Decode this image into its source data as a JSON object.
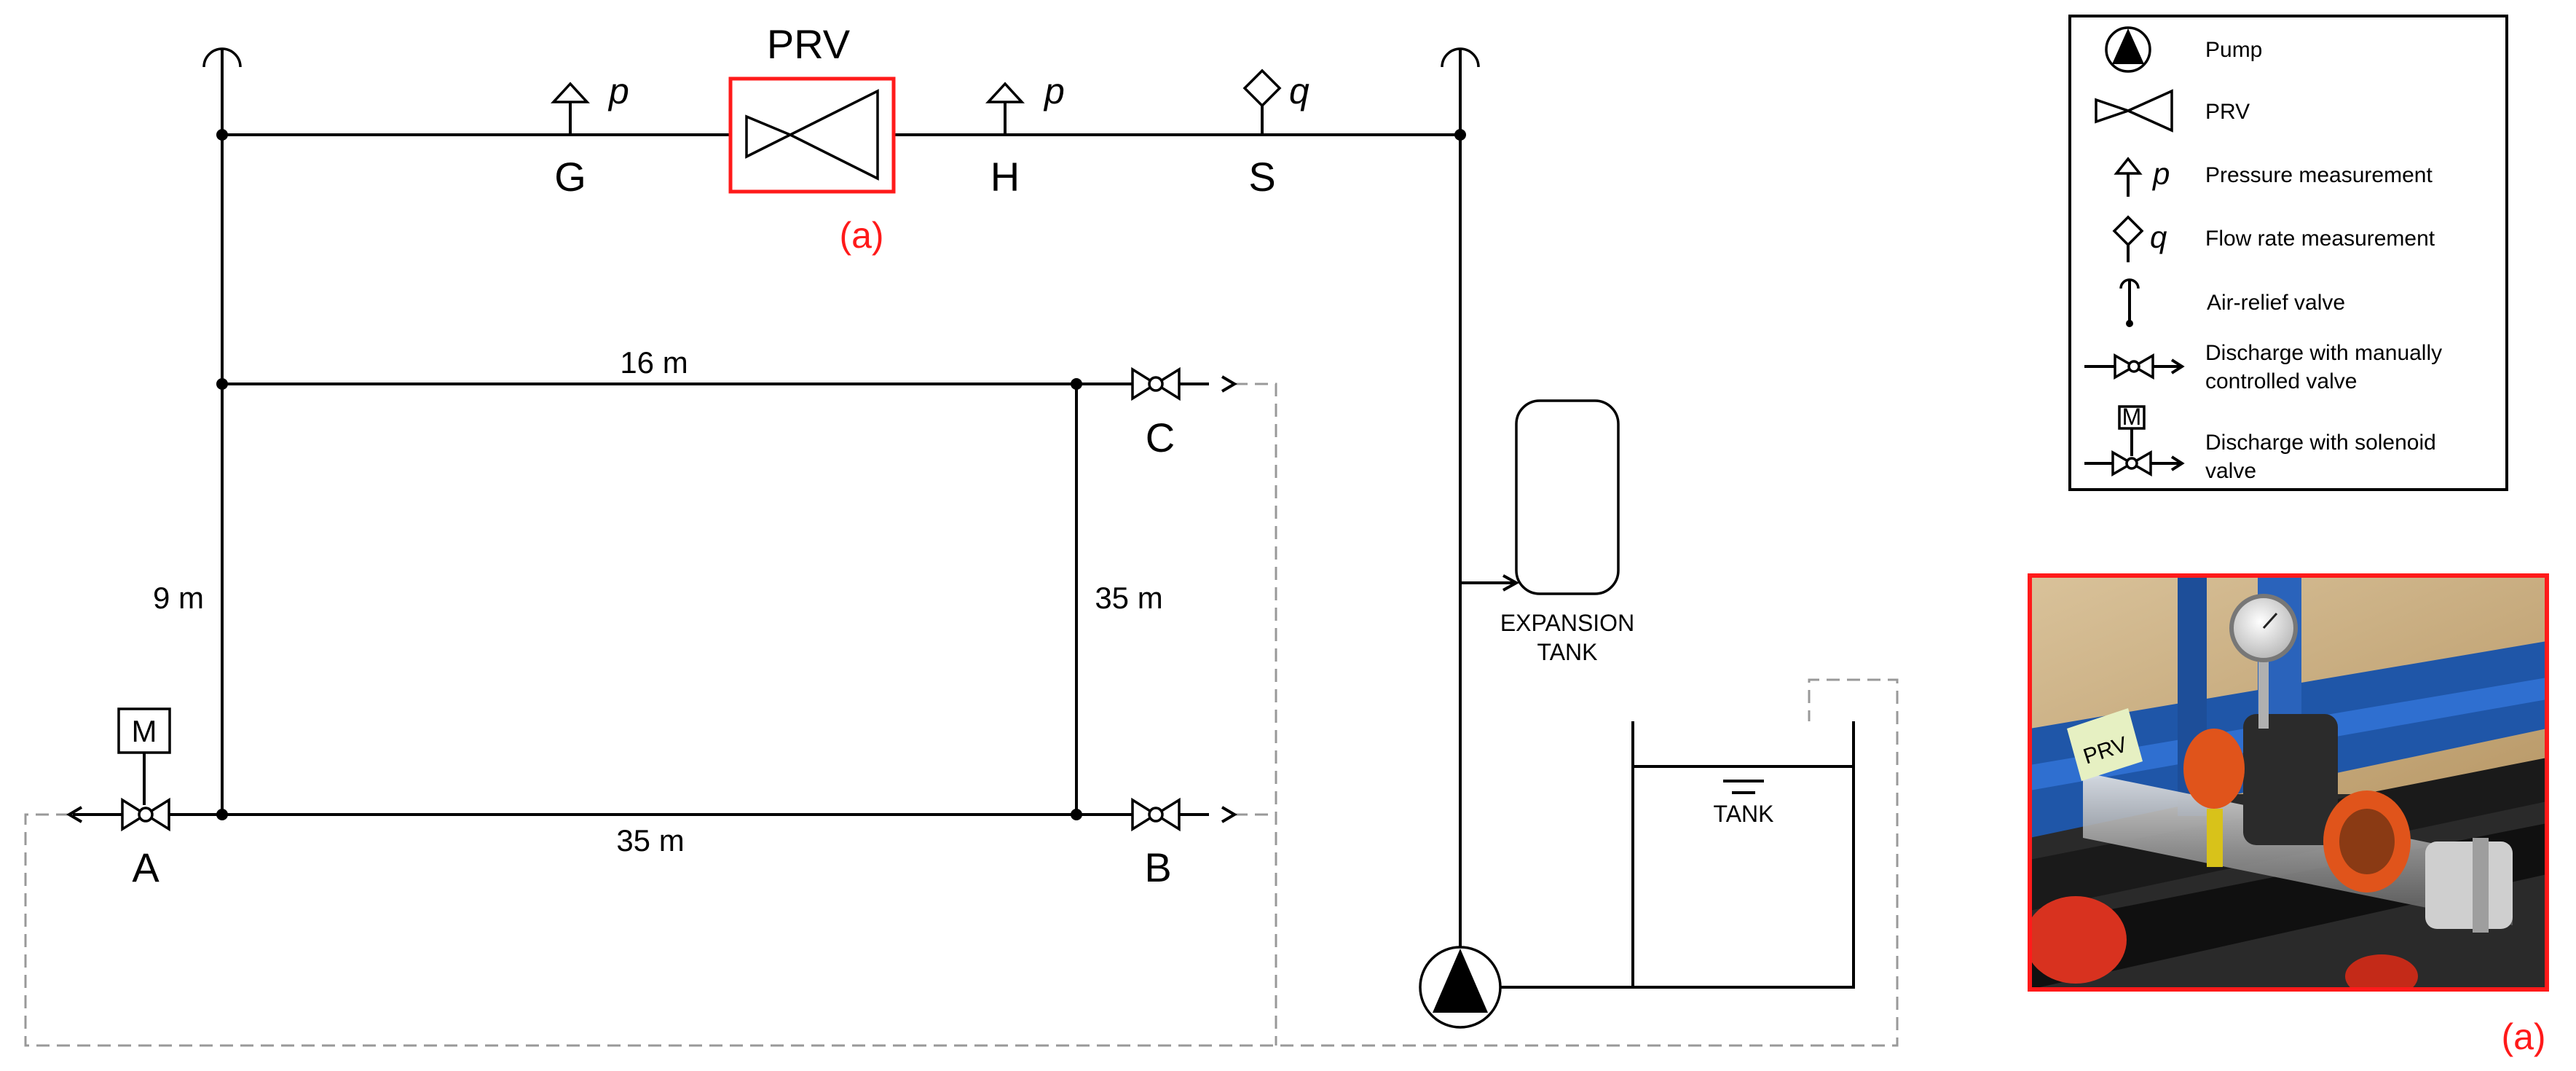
{
  "labels": {
    "prv_title": "PRV",
    "pressure_letter": "p",
    "flow_letter": "q",
    "node_g": "G",
    "node_h": "H",
    "node_s": "S",
    "node_a": "A",
    "node_b": "B",
    "node_c": "C",
    "callout": "(a)",
    "len_top": "16 m",
    "len_bottom": "35 m",
    "len_left": "9 m",
    "len_right": "35 m",
    "motor_letter": "M",
    "expansion_tank_line1": "EXPANSION",
    "expansion_tank_line2": "TANK",
    "tank": "TANK"
  },
  "legend": {
    "pump": "Pump",
    "prv": "PRV",
    "pressure": "Pressure measurement",
    "flow": "Flow rate measurement",
    "air_relief": "Air-relief valve",
    "manual_line1": "Discharge with manually",
    "manual_line2": "controlled valve",
    "solenoid_line1": "Discharge with solenoid",
    "solenoid_line2": "valve",
    "pressure_letter": "p",
    "flow_letter": "q",
    "motor_letter": "M"
  },
  "photo": {
    "tag_text": "PRV",
    "caption": "(a)"
  },
  "colors": {
    "highlight": "#ff1a1a",
    "pipe": "#000000",
    "return_line": "#999999"
  }
}
